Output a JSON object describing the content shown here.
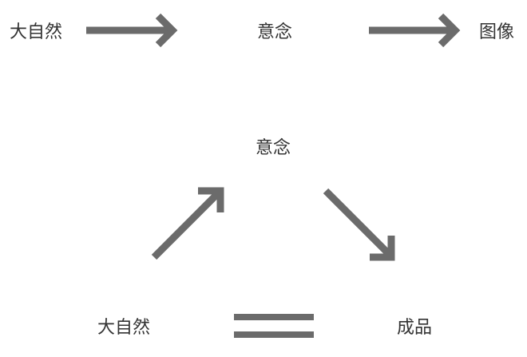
{
  "top_row": {
    "nature": "大自然",
    "idea": "意念",
    "image": "图像"
  },
  "triangle": {
    "apex": "意念",
    "bottom_left": "大自然",
    "bottom_right": "成品"
  },
  "colors": {
    "arrow": "#6b6b6b",
    "text": "#333333"
  }
}
